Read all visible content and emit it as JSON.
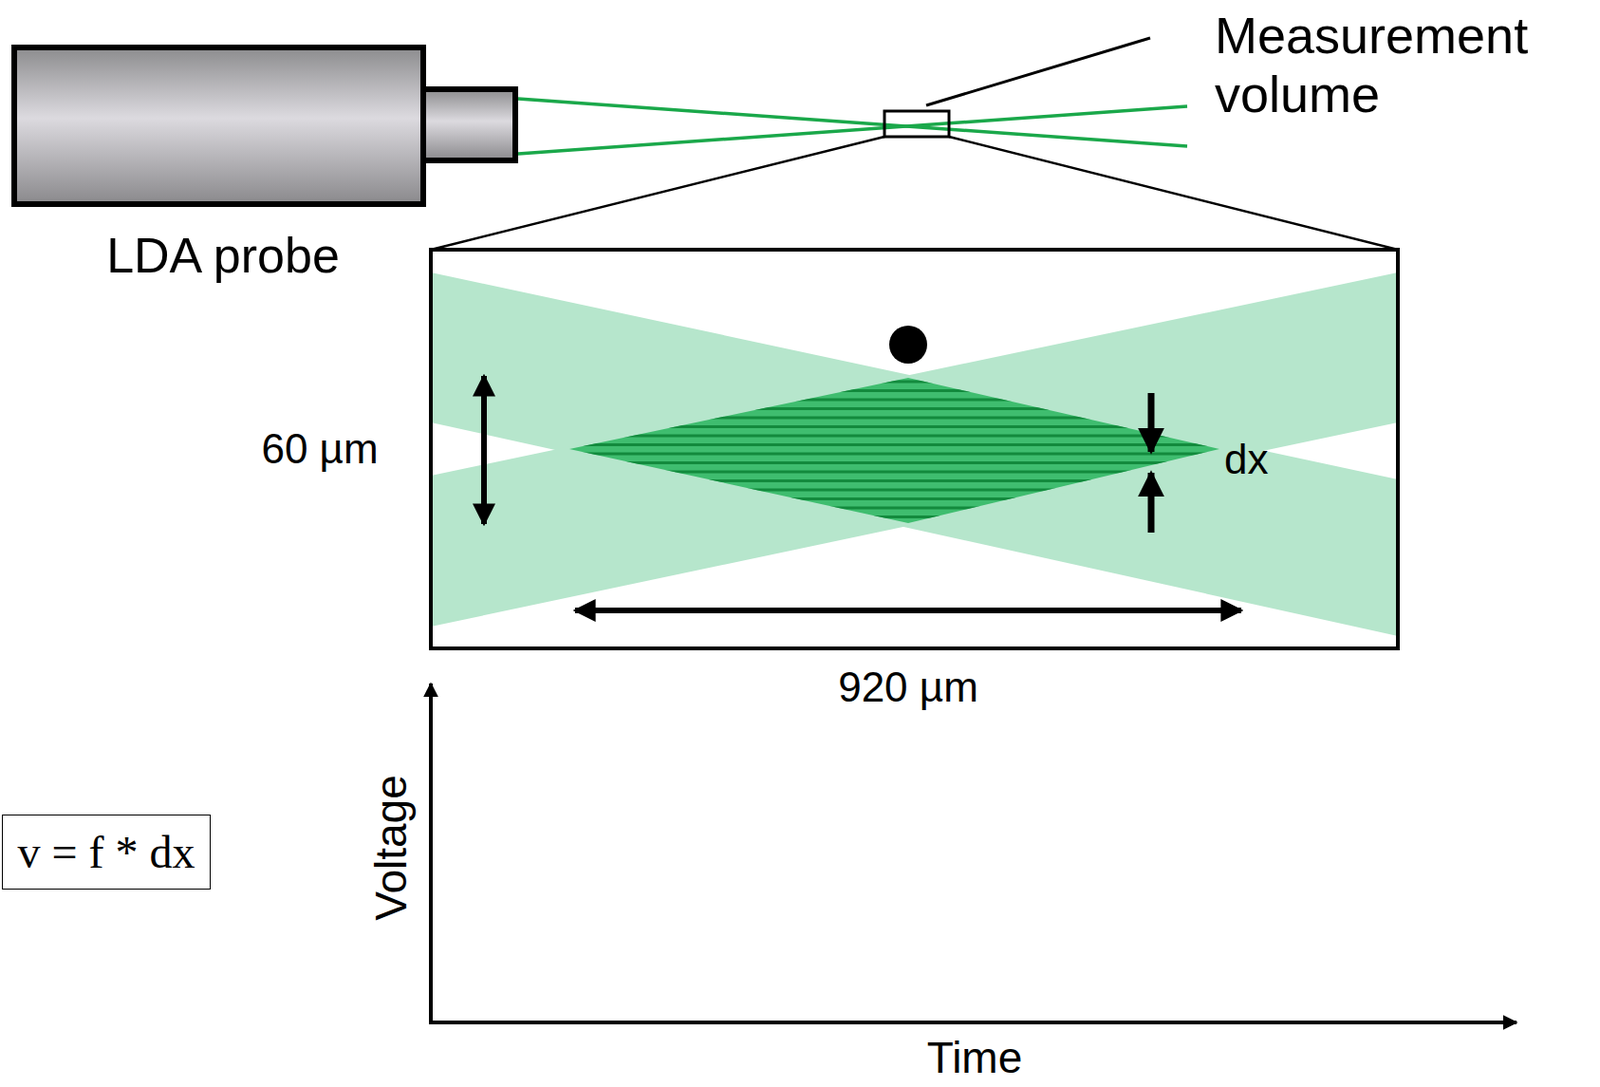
{
  "diagram": {
    "nodes": [
      {
        "text": [
          "v = f * dx"
        ]
      }
    ],
    "labels": [
      "Measurement volume",
      "LDA probe",
      "60 µm",
      "dx",
      "920 µm",
      "Voltage",
      "Time"
    ]
  }
}
